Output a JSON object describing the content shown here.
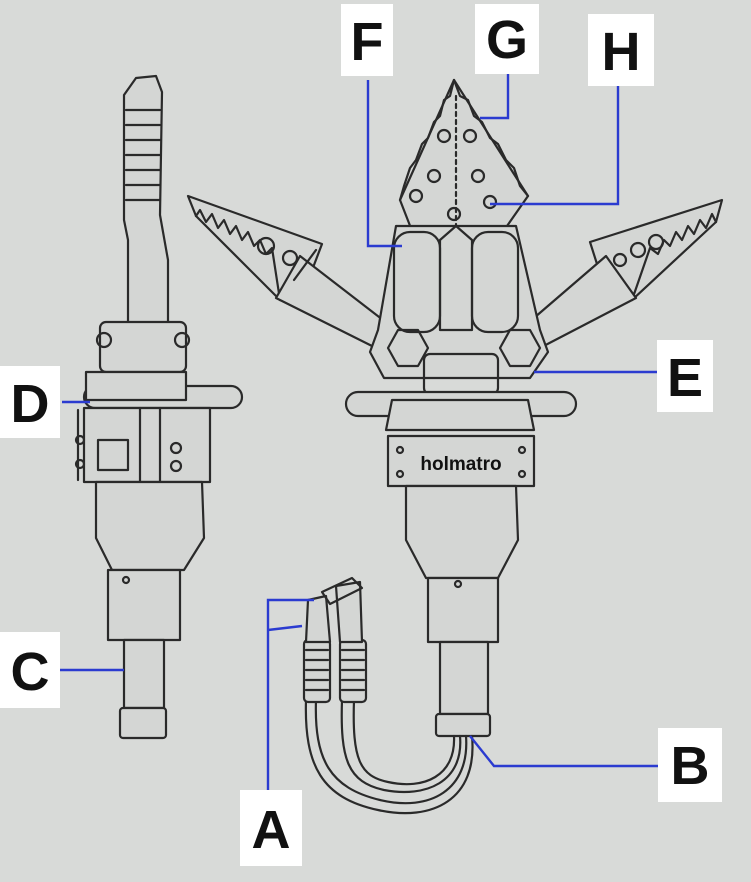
{
  "brand": "holmatro",
  "labels": {
    "A": "A",
    "B": "B",
    "C": "C",
    "D": "D",
    "E": "E",
    "F": "F",
    "G": "G",
    "H": "H"
  },
  "colors": {
    "background": "#d8dad8",
    "leader_lines": "#2b3bd0",
    "label_box": "#ffffff",
    "drawing_ink": "#2a2a2a"
  }
}
